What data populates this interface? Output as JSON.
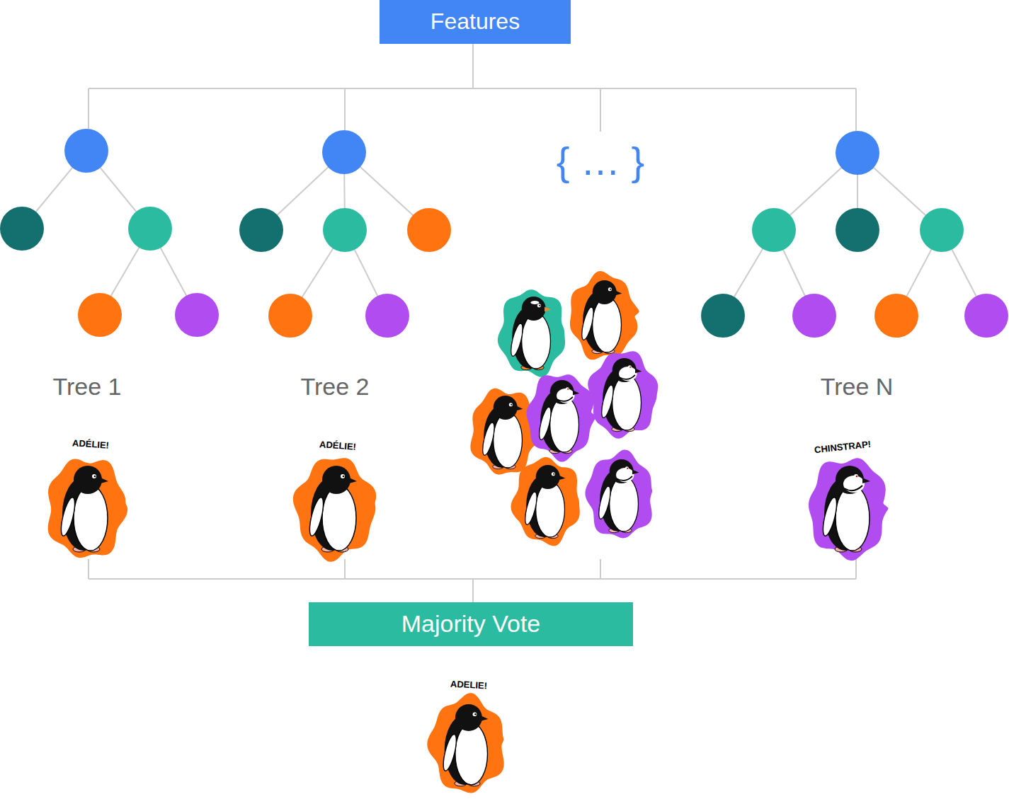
{
  "diagram": {
    "nodes": [
      {
        "text": [
          "Features"
        ]
      },
      {
        "text": [
          "Majority Vote"
        ]
      }
    ],
    "labels": [
      "Tree 1",
      "Tree 2",
      "{ … }",
      "Tree N",
      "ADÉLIE!",
      "ADÉLIE!",
      "CHINSTRAP!",
      "ADELIE!"
    ]
  }
}
